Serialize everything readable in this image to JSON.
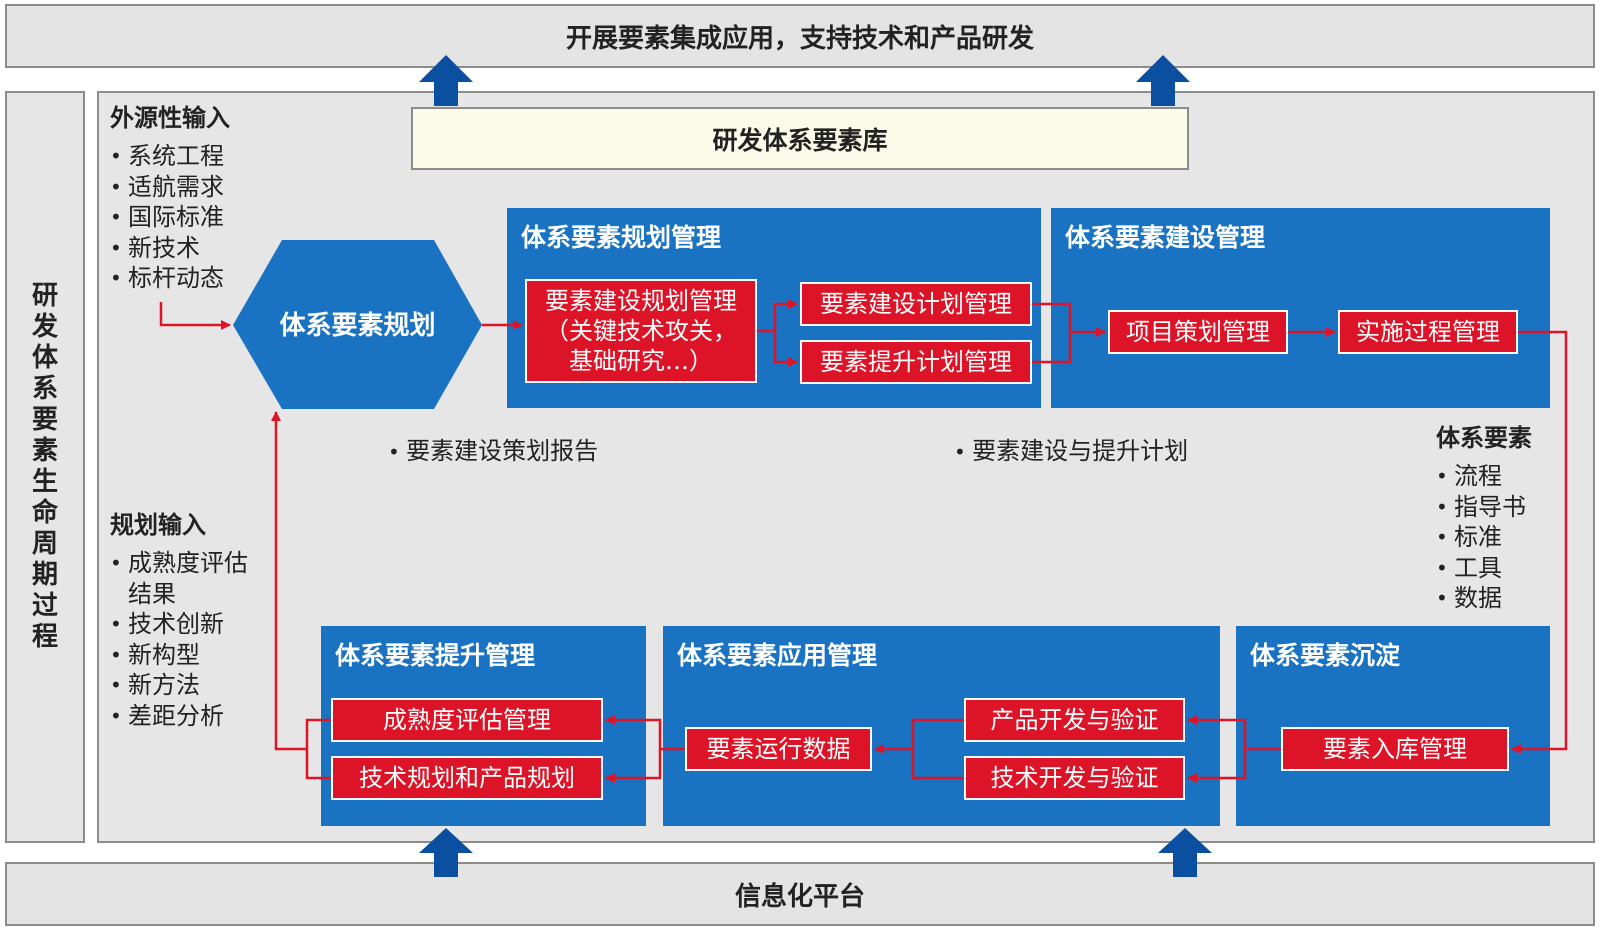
{
  "top_banner": "开展要素集成应用，支持技术和产品研发",
  "bottom_banner": "信息化平台",
  "side_title": [
    "研",
    "发",
    "体",
    "系",
    "要",
    "素",
    "生",
    "命",
    "周",
    "期",
    "过",
    "程"
  ],
  "library": "研发体系要素库",
  "external_input": {
    "title": "外源性输入",
    "items": [
      "系统工程",
      "适航需求",
      "国际标准",
      "新技术",
      "标杆动态"
    ]
  },
  "planning_input": {
    "title": "规划输入",
    "items": [
      "成熟度评估结果",
      "技术创新",
      "新构型",
      "新方法",
      "差距分析"
    ]
  },
  "system_elements": {
    "title": "体系要素",
    "items": [
      "流程",
      "指导书",
      "标准",
      "工具",
      "数据"
    ]
  },
  "hexagon": "体系要素规划",
  "planning_mgmt": {
    "title": "体系要素规划管理",
    "main": "要素建设规划管理（关键技术攻关，基础研究…）",
    "build_plan": "要素建设计划管理",
    "upgrade_plan": "要素提升计划管理"
  },
  "construction_mgmt": {
    "title": "体系要素建设管理",
    "project": "项目策划管理",
    "process": "实施过程管理"
  },
  "upgrade_mgmt": {
    "title": "体系要素提升管理",
    "maturity": "成熟度评估管理",
    "tech_plan": "技术规划和产品规划"
  },
  "application_mgmt": {
    "title": "体系要素应用管理",
    "run_data": "要素运行数据",
    "product_dev": "产品开发与验证",
    "tech_dev": "技术开发与验证"
  },
  "deposit": {
    "title": "体系要素沉淀",
    "storage": "要素入库管理"
  },
  "notes": {
    "report": "要素建设策划报告",
    "plan": "要素建设与提升计划"
  },
  "colors": {
    "blue_box": "#1a73c2",
    "red_box": "#dd1427",
    "arrow_red": "#dd1427",
    "arrow_blue": "#0b4fa0",
    "panel_grey": "#e6e6e6"
  }
}
